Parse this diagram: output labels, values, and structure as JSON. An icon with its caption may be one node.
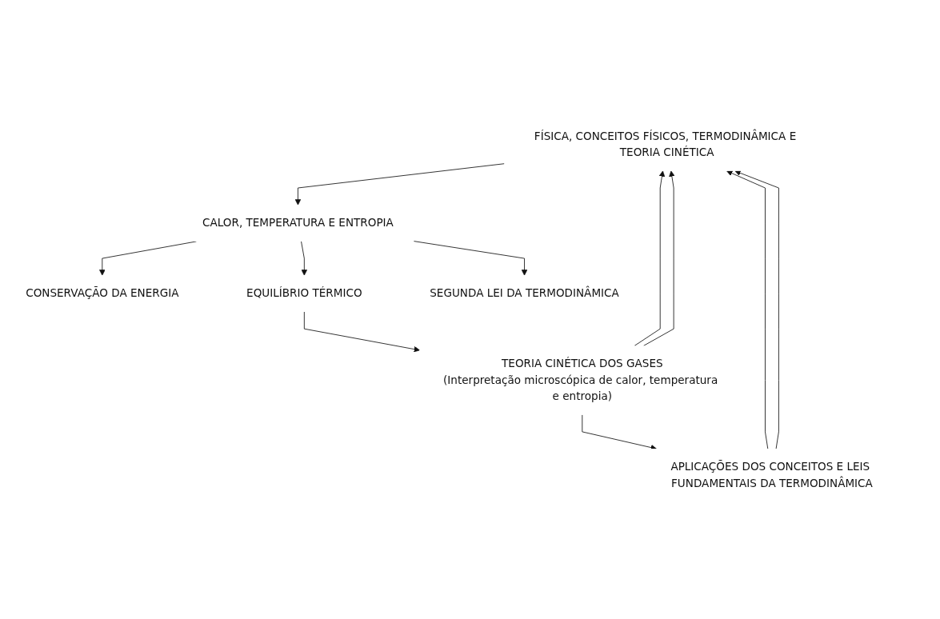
{
  "diagram": {
    "nodes": [
      {
        "text": [
          "FÍSICA, CONCEITOS FÍSICOS, TERMODINÂMICA E TEORIA CINÉTICA"
        ]
      },
      {
        "text": [
          "CALOR, TEMPERATURA E ENTROPIA"
        ]
      },
      {
        "text": [
          "CONSERVAÇÃO DA ENERGIA"
        ]
      },
      {
        "text": [
          "EQUILÍBRIO TÉRMICO"
        ]
      },
      {
        "text": [
          "SEGUNDA LEI DA TERMODINÂMICA"
        ]
      },
      {
        "text": [
          "TEORIA CINÉTICA DOS GASES",
          "(Interpretação microscópica de calor, temperatura e entropia)"
        ]
      },
      {
        "text": [
          "APLICAÇÕES DOS CONCEITOS E LEIS FUNDAMENTAIS DA TERMODINÂMICA"
        ]
      }
    ],
    "edges": [
      {
        "from": 0,
        "to": 1,
        "arrow": "to"
      },
      {
        "from": 1,
        "to": 2,
        "arrow": "to"
      },
      {
        "from": 1,
        "to": 3,
        "arrow": "to"
      },
      {
        "from": 1,
        "to": 4,
        "arrow": "to"
      },
      {
        "from": 3,
        "to": 5,
        "arrow": "to"
      },
      {
        "from": 5,
        "to": 6,
        "arrow": "to"
      },
      {
        "from": 5,
        "to": 0,
        "arrow": "to"
      },
      {
        "from": 5,
        "to": 0,
        "arrow": "to"
      },
      {
        "from": 6,
        "to": 0,
        "arrow": "to"
      },
      {
        "from": 6,
        "to": 0,
        "arrow": "to"
      }
    ]
  }
}
